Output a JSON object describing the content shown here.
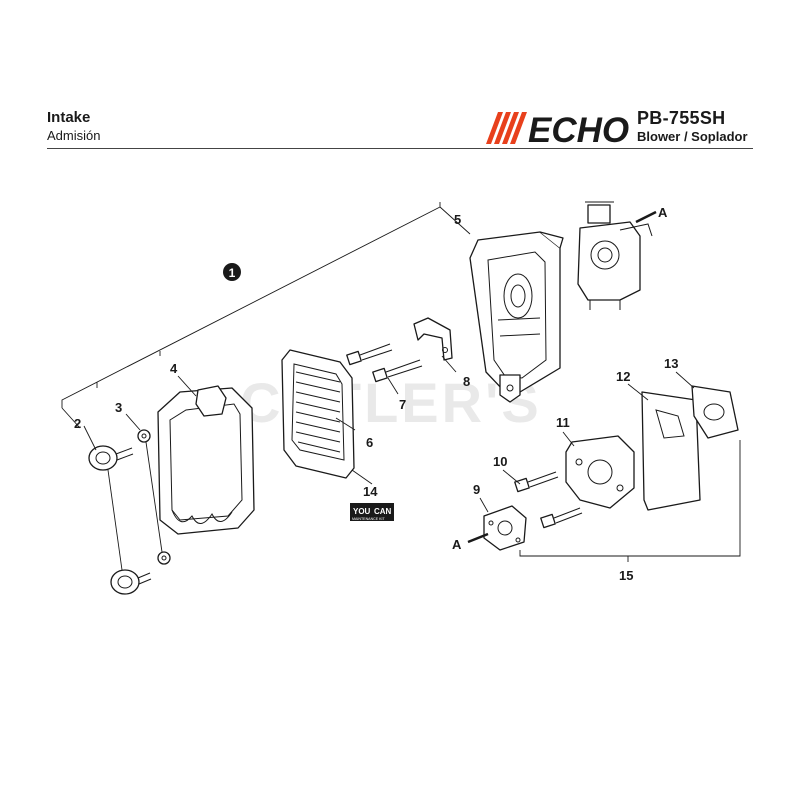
{
  "header": {
    "title": "Intake",
    "subtitle": "Admisión",
    "brand": "ECHO",
    "model": "PB-755SH",
    "model_subtitle": "Blower / Soplador"
  },
  "watermark": "CUTLER'S",
  "callouts": {
    "c1": "1",
    "c2": "2",
    "c3": "3",
    "c4": "4",
    "c5": "5",
    "c6": "6",
    "c7": "7",
    "c8": "8",
    "c9": "9",
    "c10": "10",
    "c11": "11",
    "c12": "12",
    "c13": "13",
    "c14": "14",
    "c15": "15",
    "a_top": "A",
    "a_bottom": "A"
  },
  "kit_badge": {
    "line1": "YOU",
    "line2": "CAN",
    "line3": "MAINTENANCE KIT"
  }
}
